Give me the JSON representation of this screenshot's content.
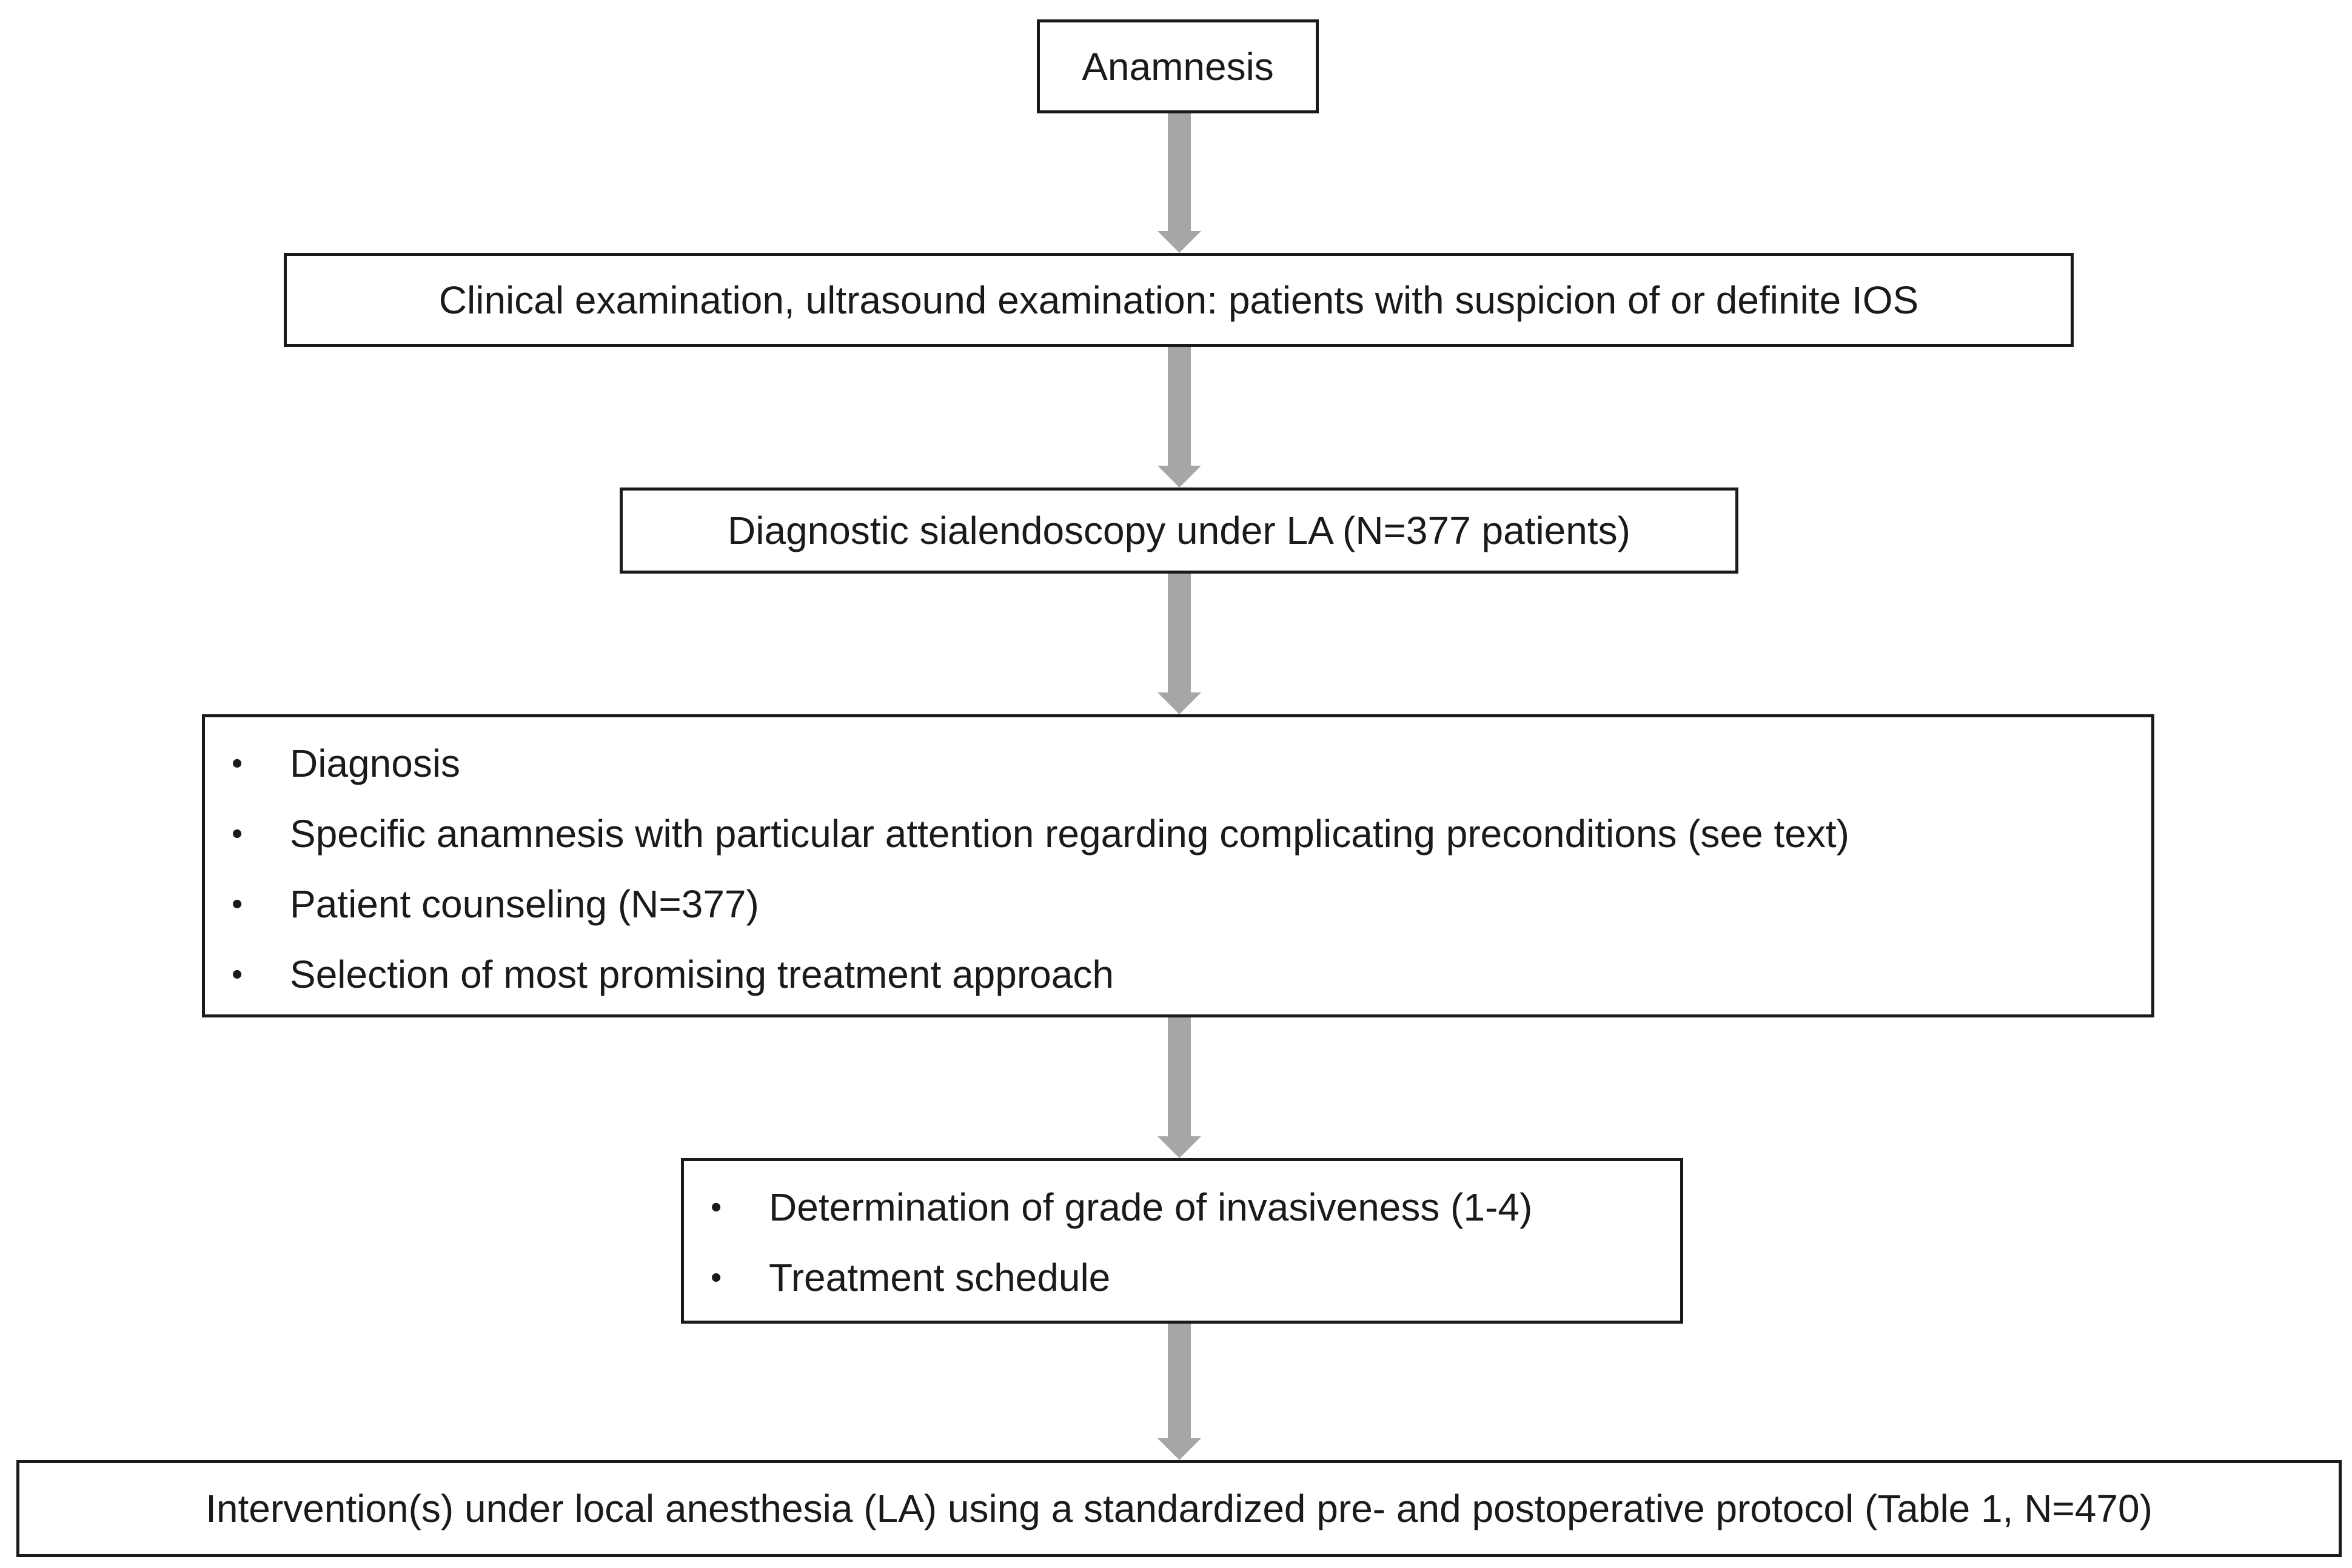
{
  "boxes": {
    "anamnesis": "Anamnesis",
    "clinical": "Clinical examination, ultrasound examination: patients with suspicion of or definite IOS",
    "diagnostic": "Diagnostic sialendoscopy under LA (N=377 patients)",
    "assessment": {
      "items": [
        "Diagnosis",
        "Specific anamnesis with particular attention regarding complicating preconditions (see text)",
        "Patient counseling (N=377)",
        "Selection of most promising treatment approach"
      ]
    },
    "grading": {
      "items": [
        "Determination of grade of invasiveness (1-4)",
        "Treatment schedule"
      ]
    },
    "intervention": "Intervention(s) under local anesthesia (LA) using a standardized pre- and postoperative protocol (Table 1, N=470)"
  },
  "bullet_symbol": "•",
  "colors": {
    "box_border": "#1a1a1a",
    "arrow": "#a6a6a6"
  }
}
